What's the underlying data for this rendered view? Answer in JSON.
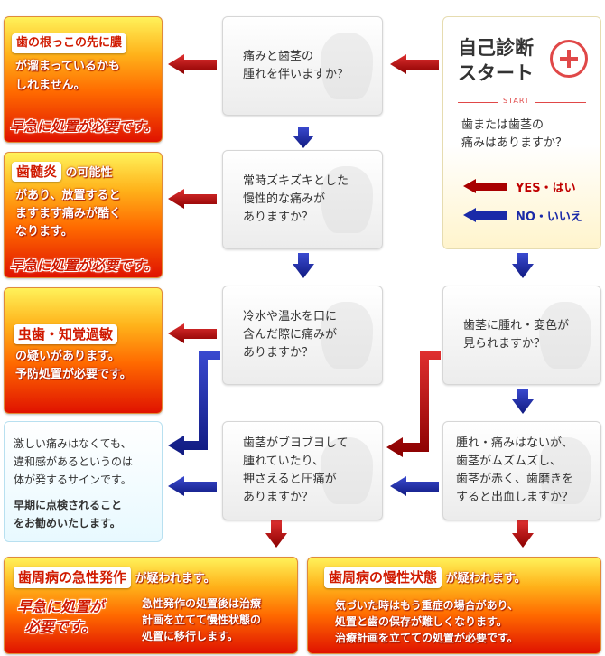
{
  "start": {
    "title": "自己診断",
    "subtitle": "スタート",
    "tag": "START",
    "question": "歯または歯茎の\n痛みはありますか？",
    "yes": "YES・はい",
    "no": "NO・いいえ"
  },
  "questions": {
    "q1": "痛みと歯茎の\n腫れを伴いますか？",
    "q2": "常時ズキズキとした\n慢性的な痛みが\nありますか？",
    "q3": "冷水や温水を口に\n含んだ際に痛みが\nありますか？",
    "q4": "歯茎に腫れ・変色が\n見られますか？",
    "q5": "歯茎がブヨブヨして\n腫れていたり、\n押さえると圧痛が\nありますか？",
    "q6": "腫れ・痛みはないが、\n歯茎がムズムズし、\n歯茎が赤く、歯磨きを\nすると出血しますか？"
  },
  "results": {
    "r1": {
      "label": "歯の根っこの先に膿",
      "text": "が溜まっているかも\nしれません。",
      "urgent": "早急に処置が必要です。"
    },
    "r2": {
      "label": "歯髄炎",
      "text1": "の可能性",
      "text2": "があり、放置すると\nますます痛みが酷く\nなります。",
      "urgent": "早急に処置が必要です。"
    },
    "r3": {
      "label": "虫歯・知覚過敏",
      "text": "の疑いがあります。\n予防処置が必要です。"
    },
    "r4": {
      "text": "激しい痛みはなくても、\n違和感があるというのは\n体が発するサインです。",
      "bold": "早期に点検されること\nをお勧めいたします。"
    },
    "r5": {
      "label": "歯周病の急性発作",
      "suffix": "が疑われます。",
      "urgent": "早急に処置が\n必要です。",
      "text": "急性発作の処置後は治療\n計画を立てて慢性状態の\n処置に移行します。"
    },
    "r6": {
      "label": "歯周病の慢性状態",
      "suffix": "が疑われます。",
      "text": "気づいた時はもう重症の場合があり、\n処置と歯の保存が難しくなります。\n治療計画を立てての処置が必要です。"
    }
  },
  "colors": {
    "yes_arrow": "#a80000",
    "no_arrow": "#1a2aa8",
    "urgent_red": "#d01a00"
  }
}
